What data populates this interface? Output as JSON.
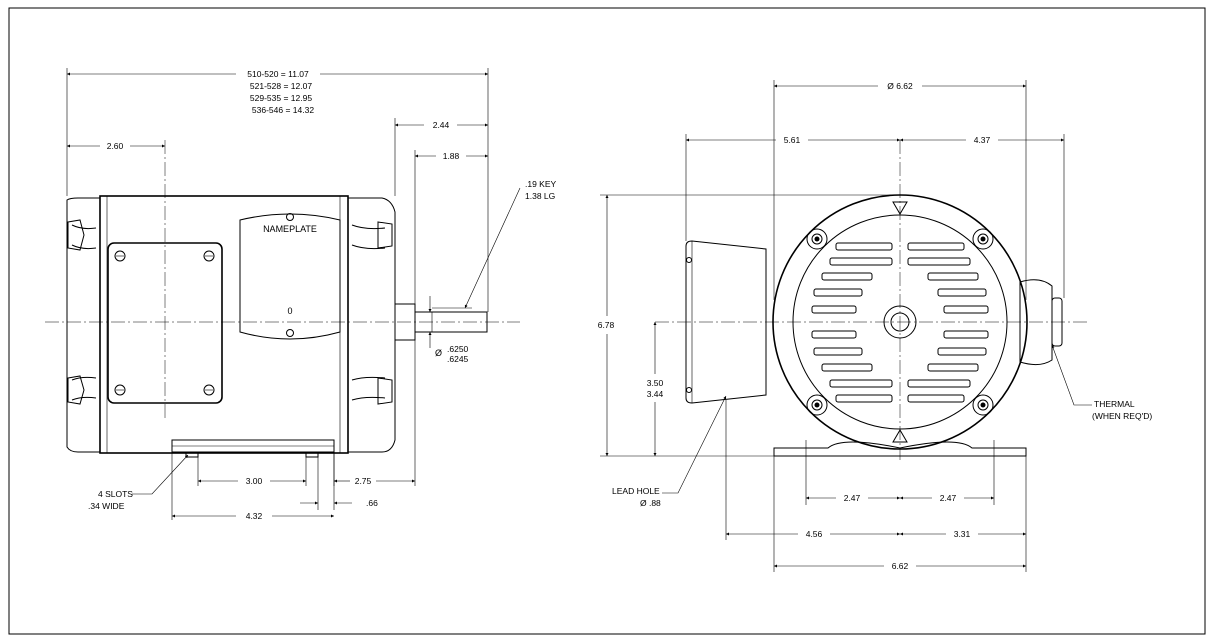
{
  "side_view": {
    "overall_lines": [
      "510-520 = 11.07",
      "521-528 = 12.07",
      "529-535 = 12.95",
      "536-546 = 14.32"
    ],
    "dim_2_60": "2.60",
    "dim_2_44": "2.44",
    "dim_1_88": "1.88",
    "key_line1": ".19 KEY",
    "key_line2": "1.38 LG",
    "nameplate": "NAMEPLATE",
    "zero": "0",
    "shaft_dia_symbol": "Ø",
    "shaft_dia_upper": ".6250",
    "shaft_dia_lower": ".6245",
    "dim_3_00": "3.00",
    "dim_2_75": "2.75",
    "dim_4_32": "4.32",
    "dim_66": ".66",
    "slots_line1": "4 SLOTS",
    "slots_line2": ".34 WIDE"
  },
  "end_view": {
    "dia_6_62": "Ø 6.62",
    "dim_5_61": "5.61",
    "dim_4_37": "4.37",
    "dim_6_78": "6.78",
    "dim_3_50": "3.50",
    "dim_3_44": "3.44",
    "dim_2_47_left": "2.47",
    "dim_2_47_right": "2.47",
    "dim_4_56": "4.56",
    "dim_3_31": "3.31",
    "dim_6_62": "6.62",
    "lead_hole_line1": "LEAD HOLE",
    "lead_hole_line2": "Ø .88",
    "thermal_line1": "THERMAL",
    "thermal_line2": "(WHEN REQ'D)"
  }
}
